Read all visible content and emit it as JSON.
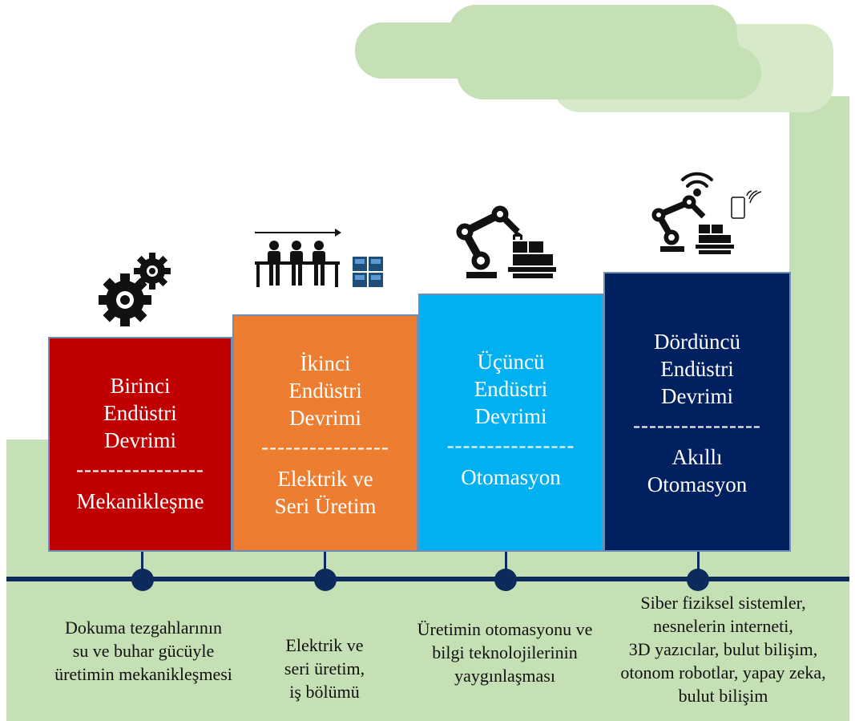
{
  "stages": [
    {
      "title_lines": [
        "Birinci",
        "Endüstri",
        "Devrimi"
      ],
      "divider": "----------------",
      "subtitle_lines": [
        "Mekanikleşme"
      ],
      "color": "#c00000",
      "icon": "gears-icon",
      "description_lines": [
        "Dokuma tezgahlarının",
        "su ve buhar gücüyle",
        "üretimin mekanikleşmesi"
      ]
    },
    {
      "title_lines": [
        "İkinci",
        "Endüstri",
        "Devrimi"
      ],
      "divider": "----------------",
      "subtitle_lines": [
        "Elektrik ve",
        "Seri Üretim"
      ],
      "color": "#ed7d31",
      "icon": "assembly-line-icon",
      "description_lines": [
        "Elektrik ve",
        "seri üretim,",
        "iş bölümü"
      ]
    },
    {
      "title_lines": [
        "Üçüncü",
        "Endüstri",
        "Devrimi"
      ],
      "divider": "----------------",
      "subtitle_lines": [
        "Otomasyon"
      ],
      "color": "#00b0f0",
      "icon": "robot-arm-icon",
      "description_lines": [
        "Üretimin otomasyonu ve",
        "bilgi teknolojilerinin",
        "yaygınlaşması"
      ]
    },
    {
      "title_lines": [
        "Dördüncü",
        "Endüstri",
        "Devrimi"
      ],
      "divider": "----------------",
      "subtitle_lines": [
        "Akıllı",
        "Otomasyon"
      ],
      "color": "#002060",
      "icon": "smart-robot-arm-icon",
      "description_lines": [
        "Siber fiziksel sistemler,",
        "nesnelerin interneti,",
        "3D yazıcılar, bulut bilişim,",
        "otonom robotlar, yapay zeka,",
        "bulut bilişim"
      ]
    }
  ],
  "colors": {
    "ground": "#c5e0b4",
    "timeline": "#0c2a5c"
  }
}
